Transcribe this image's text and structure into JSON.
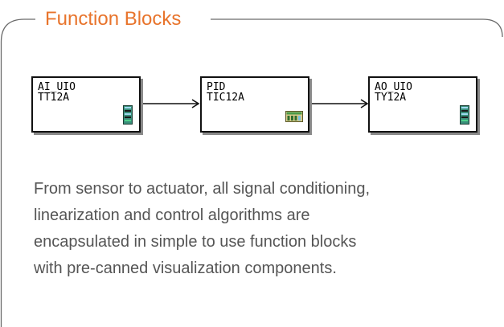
{
  "panel": {
    "title": "Function Blocks",
    "accent_color": "#e8742c",
    "border_color": "#6b6b6b"
  },
  "blocks": [
    {
      "type": "AI_UIO",
      "tag": "TT12A",
      "icon": "analog-io-module-icon"
    },
    {
      "type": "PID",
      "tag": "TIC12A",
      "icon": "controller-faceplate-icon"
    },
    {
      "type": "AO_UIO",
      "tag": "TY12A",
      "icon": "analog-io-module-icon"
    }
  ],
  "description": [
    "From sensor to actuator, all signal conditioning,",
    "linearization and control algorithms are",
    "encapsulated in simple to use function blocks",
    "with pre-canned visualization components."
  ]
}
